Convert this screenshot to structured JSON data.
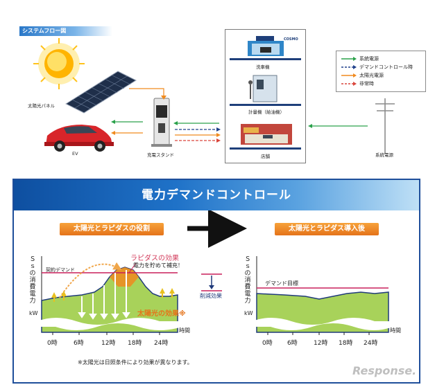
{
  "system_flow": {
    "title": "システムフロー図",
    "labels": {
      "solar_panel": "太陽光パネル",
      "ev": "EV",
      "charging_stand": "充電スタンド",
      "car_wash": "洗車機",
      "dispenser": "計量機（給油機）",
      "store": "店舗",
      "grid_power": "系統電源",
      "sign_text": "COSMO"
    },
    "legend": [
      {
        "label": "系統電源",
        "color": "#2aa14a",
        "style": "solid"
      },
      {
        "label": "デマンドコントロール時",
        "color": "#1e3f8a",
        "style": "dashed"
      },
      {
        "label": "太陽光電源",
        "color": "#f08a1e",
        "style": "solid"
      },
      {
        "label": "非常時",
        "color": "#d9443a",
        "style": "dashed"
      }
    ]
  },
  "demand_panel": {
    "title": "電力デマンドコントロール",
    "left": {
      "heading": "太陽光とラピダスの役割",
      "y_label": "Ｓｓの消費電力",
      "unit": "kW",
      "contract_label": "契約デマンド",
      "rapidas_effect": "ラピダスの効果",
      "rapidas_sub": "電力を貯めて補充！",
      "solar_effect": "太陽光の効果※",
      "x_label": "時間",
      "x_ticks": [
        "0時",
        "6時",
        "12時",
        "18時",
        "24時"
      ]
    },
    "reduction_label": "削減効果",
    "right": {
      "heading": "太陽光とラピダス導入後",
      "y_label": "Ｓｓの消費電力",
      "unit": "kW",
      "demand_target": "デマンド目標",
      "x_label": "時間",
      "x_ticks": [
        "0時",
        "6時",
        "12時",
        "18時",
        "24時"
      ]
    },
    "footnote": "※太陽光は日照条件により効果が異なります。"
  },
  "watermark": "Response."
}
